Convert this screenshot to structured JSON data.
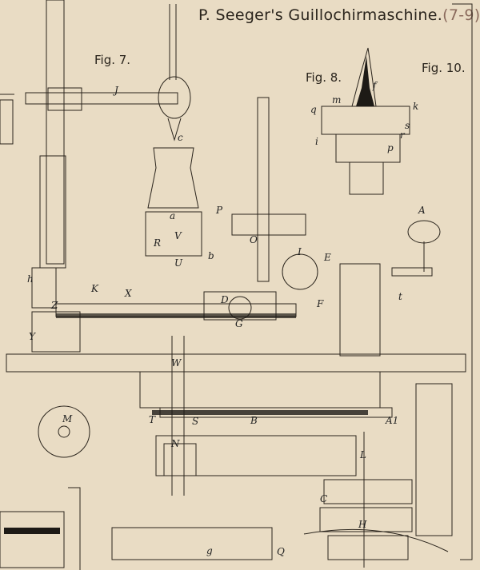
{
  "plate": {
    "title": "P. Seeger's Guillochirmaschine.",
    "ref": "(7-9)",
    "figures": [
      "Fig. 7.",
      "Fig. 8.",
      "Fig. 10."
    ]
  },
  "part_labels": [
    "J",
    "c",
    "a",
    "P",
    "O",
    "A",
    "I",
    "E",
    "R",
    "V",
    "U",
    "b",
    "h",
    "K",
    "X",
    "Z",
    "D",
    "t",
    "F",
    "Y",
    "G",
    "W",
    "T",
    "S",
    "B",
    "A1",
    "M",
    "N",
    "L",
    "C",
    "H",
    "Q",
    "m",
    "k",
    "q",
    "f",
    "s",
    "r",
    "i",
    "p",
    "g"
  ],
  "colors": {
    "paper": "#e9dcc4",
    "ink": "#2a241c",
    "fill": "#1d1a16"
  }
}
